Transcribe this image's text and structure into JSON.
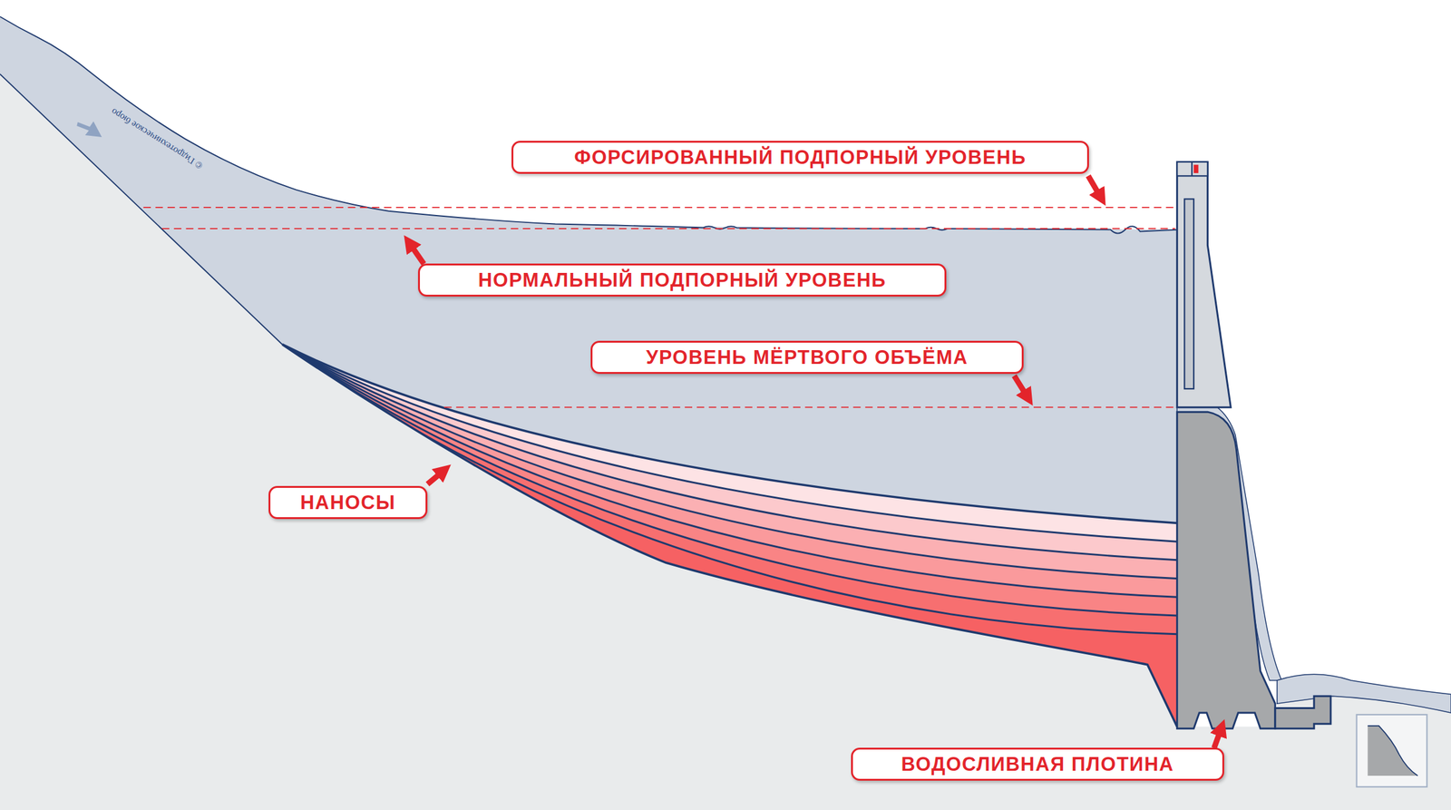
{
  "diagram": {
    "nodes": [
      {
        "text": [
          "ФОРСИРОВАННЫЙ ПОДПОРНЫЙ УРОВЕНЬ"
        ]
      },
      {
        "text": [
          "НОРМАЛЬНЫЙ ПОДПОРНЫЙ УРОВЕНЬ"
        ]
      },
      {
        "text": [
          "УРОВЕНЬ МЁРТВОГО ОБЪЁМА"
        ]
      },
      {
        "text": [
          "НАНОСЫ"
        ]
      },
      {
        "text": [
          "ВОДОСЛИВНАЯ ПЛОТИНА"
        ]
      }
    ],
    "labels": [
      "© Гидротехническое бюро"
    ]
  }
}
